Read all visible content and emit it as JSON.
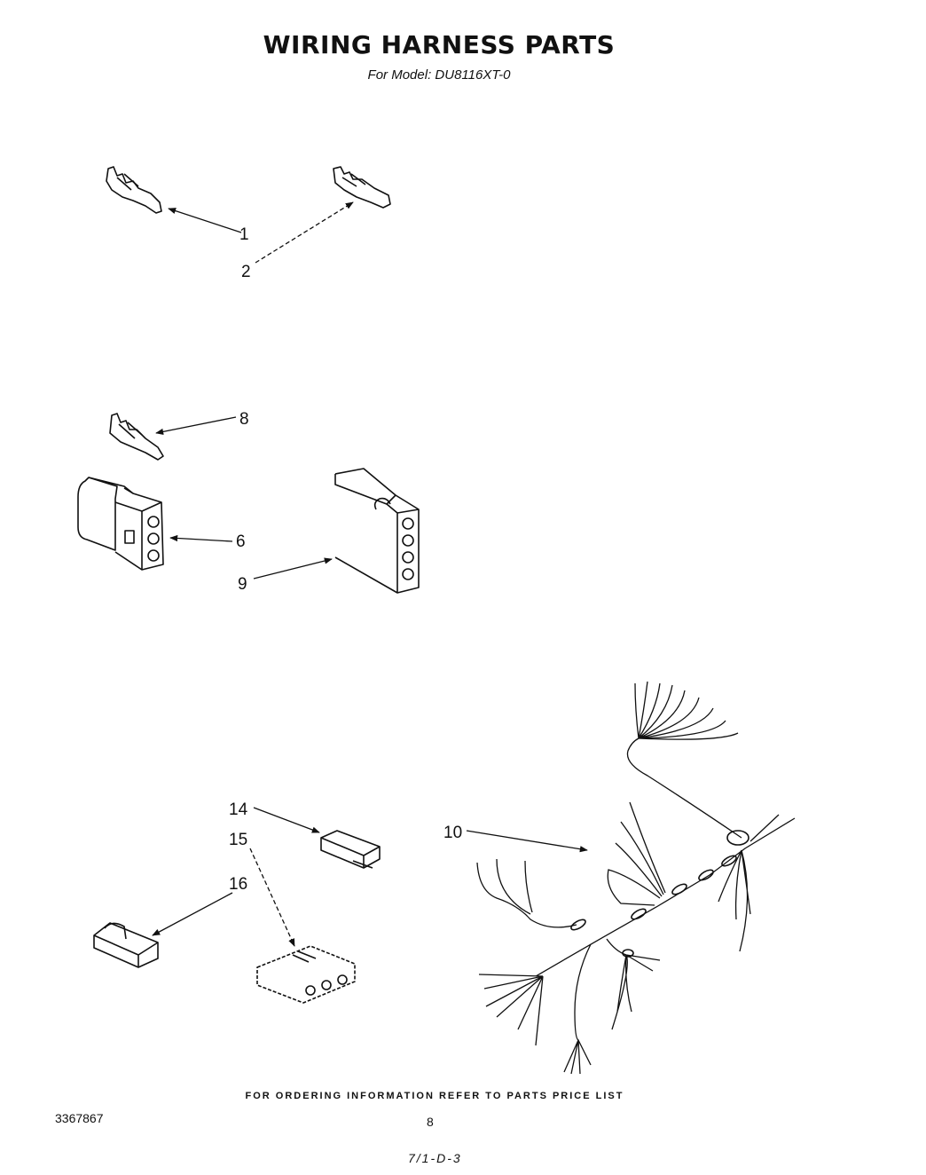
{
  "header": {
    "title": "WIRING HARNESS PARTS",
    "subtitle": "For Model: DU8116XT-0"
  },
  "callouts": {
    "c1": "1",
    "c2": "2",
    "c6": "6",
    "c8": "8",
    "c9": "9",
    "c10": "10",
    "c14": "14",
    "c15": "15",
    "c16": "16"
  },
  "footer": {
    "ordering_note": "FOR ORDERING INFORMATION REFER TO PARTS PRICE LIST",
    "document_number": "3367867",
    "page_number": "8",
    "handwritten_code": "7/1-D-3"
  }
}
